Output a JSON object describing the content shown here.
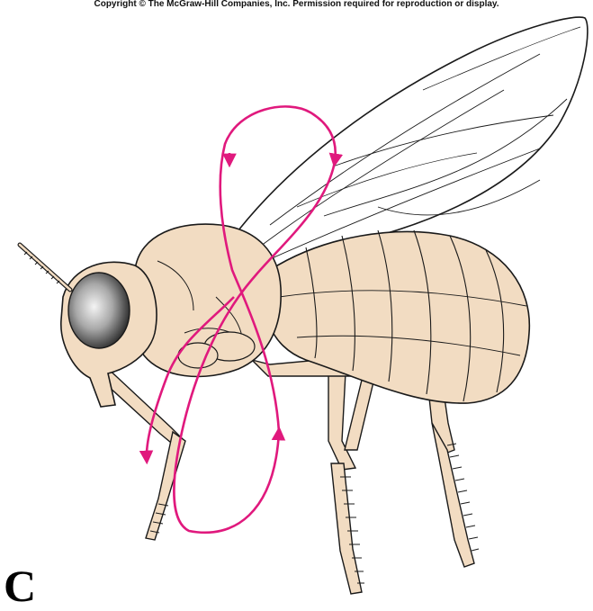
{
  "copyright": "Copyright © The McGraw-Hill Companies, Inc. Permission required for reproduction or display.",
  "panel_label": "C",
  "colors": {
    "body": "#f2dcc2",
    "outline": "#1a1a1a",
    "wing": "#ffffff",
    "eye": "#8a8a8a",
    "path": "#e0197d",
    "background": "#ffffff"
  },
  "illustration": {
    "subject": "insect",
    "parts": [
      "head-icon",
      "compound-eye-icon",
      "antenna-icon",
      "thorax-icon",
      "abdomen-icon",
      "wing-icon",
      "leg-icon"
    ],
    "arrow_count": 4
  }
}
